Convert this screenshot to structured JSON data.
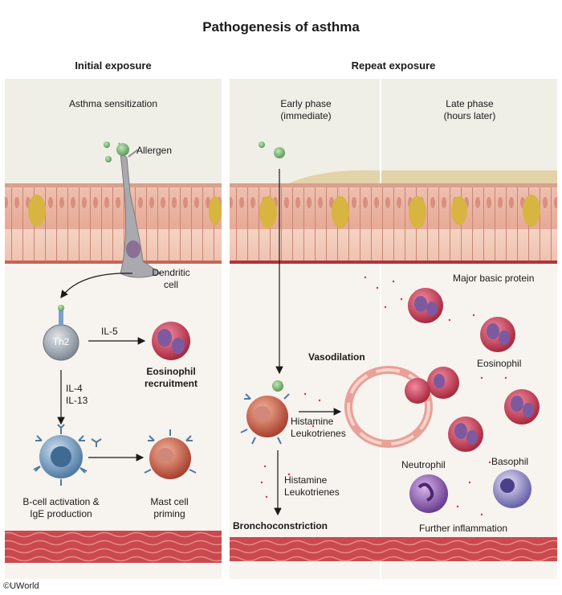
{
  "title": "Pathogenesis of asthma",
  "headers": {
    "initial": "Initial exposure",
    "repeat": "Repeat exposure"
  },
  "left": {
    "sensitization": "Asthma sensitization",
    "allergen": "Allergen",
    "dendritic": [
      "Dendritic",
      "cell"
    ],
    "th2": "Th2",
    "il5": "IL-5",
    "il4": "IL-4",
    "il13": "IL-13",
    "eosinophil_recruitment": [
      "Eosinophil",
      "recruitment"
    ],
    "bcell": [
      "B-cell activation &",
      "IgE production"
    ],
    "mast_priming": [
      "Mast cell",
      "priming"
    ]
  },
  "early": {
    "heading": [
      "Early phase",
      "(immediate)"
    ],
    "vasodilation": "Vasodilation",
    "mediators_1": [
      "Histamine",
      "Leukotrienes"
    ],
    "mediators_2": [
      "Histamine",
      "Leukotrienes"
    ],
    "bronchoconstriction": "Bronchoconstriction"
  },
  "late": {
    "heading": [
      "Late phase",
      "(hours later)"
    ],
    "mbp": "Major basic protein",
    "eosinophil": "Eosinophil",
    "neutrophil": "Neutrophil",
    "basophil": "Basophil",
    "further": "Further inflammation"
  },
  "copyright": "©UWorld",
  "colors": {
    "epithelium": "#f2c9b7",
    "lumen": "#eeeee6",
    "tissue": "#f7f2ec",
    "muscle": "#c9494f",
    "eosinophil": "#c03c58",
    "neutrophil": "#8a5aa8",
    "basophil": "#7b72b4",
    "mast": "#c8573f",
    "bcell": "#6f93b5",
    "th2": "#8f98a4"
  }
}
